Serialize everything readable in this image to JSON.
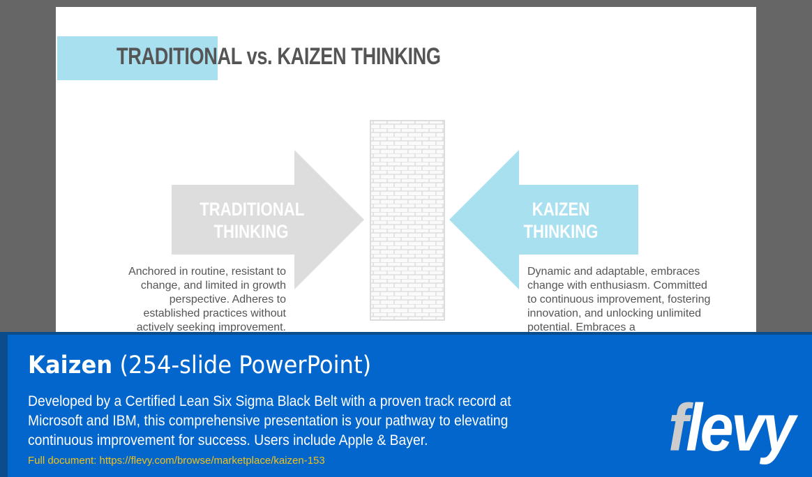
{
  "slide": {
    "title": "TRADITIONAL vs. KAIZEN THINKING",
    "left": {
      "label_line1": "TRADITIONAL",
      "label_line2": "THINKING",
      "description": "Anchored in routine, resistant to change, and limited in growth perspective. Adheres to established practices without actively seeking improvement."
    },
    "right": {
      "label_line1": "KAIZEN",
      "label_line2": "THINKING",
      "description": "Dynamic and adaptable, embraces change with enthusiasm. Committed to continuous improvement, fostering innovation, and unlocking unlimited potential. Embraces a"
    },
    "colors": {
      "accent": "#a8e0f0",
      "traditional": "#dddddd",
      "text": "#555555"
    }
  },
  "banner": {
    "title_bold": "Kaizen",
    "title_light": "(254-slide PowerPoint)",
    "description": "Developed by a Certified Lean Six Sigma Black Belt with a proven track record at Microsoft and IBM, this comprehensive presentation is your pathway to elevating continuous improvement for success. Users include Apple & Bayer.",
    "link": "Full document: https://flevy.com/browse/marketplace/kaizen-153",
    "logo": "flevy",
    "colors": {
      "background": "#0266cc",
      "link": "#f2c21b"
    }
  }
}
